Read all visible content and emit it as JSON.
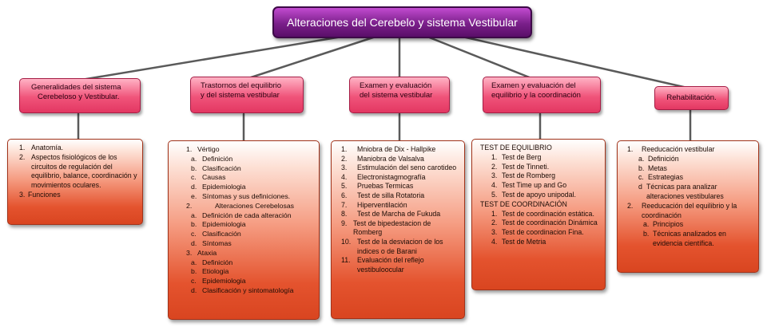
{
  "title": "Alteraciones del Cerebelo y sistema Vestibular",
  "categories": [
    {
      "label": [
        "Generalidades del sistema",
        "Cerebeloso y Vestibular."
      ],
      "items": [
        {
          "m": "1.",
          "t": "Anatomía."
        },
        {
          "m": "2.",
          "t": "Aspectos fisiológicos de los circuitos de regulación del equilibrio, balance, coordinación y movimientos oculares."
        },
        {
          "m": "3.",
          "t": "Funciones"
        }
      ]
    },
    {
      "label": [
        "Trastornos del equilibrio",
        "y del sistema vestibular"
      ],
      "items": [
        {
          "m": "1.",
          "t": "Vértigo"
        },
        {
          "m": "a.",
          "t": "Definición"
        },
        {
          "m": "b.",
          "t": "Clasificación"
        },
        {
          "m": "c.",
          "t": "Causas"
        },
        {
          "m": "d.",
          "t": "Epidemiologia"
        },
        {
          "m": "e.",
          "t": "Síntomas y sus definiciones."
        },
        {
          "m": "2.",
          "t": "Alteraciones Cerebelosas"
        },
        {
          "m": "a.",
          "t": "Definición de cada alteración"
        },
        {
          "m": "b.",
          "t": "Epidemiologia"
        },
        {
          "m": "c.",
          "t": "Clasificación"
        },
        {
          "m": "d.",
          "t": "Síntomas"
        },
        {
          "m": "3.",
          "t": "Ataxia"
        },
        {
          "m": "a.",
          "t": "Definición"
        },
        {
          "m": "b.",
          "t": "Etiologia"
        },
        {
          "m": "c.",
          "t": "Epidemiologia"
        },
        {
          "m": "d.",
          "t": "Clasificación y sintomatología"
        }
      ]
    },
    {
      "label": [
        "Examen y evaluación",
        "del sistema vestibular"
      ],
      "items": [
        {
          "m": "1.",
          "t": "Mniobra de Dix - Hallpike"
        },
        {
          "m": "2.",
          "t": "Maniobra de Valsalva"
        },
        {
          "m": "3.",
          "t": "Estimulación del seno carotideo"
        },
        {
          "m": "4.",
          "t": "Electronistagmografía"
        },
        {
          "m": "5.",
          "t": "Pruebas Termicas"
        },
        {
          "m": "6.",
          "t": "Test de silla Rotatoria"
        },
        {
          "m": "7.",
          "t": "Hiperventilación"
        },
        {
          "m": "8.",
          "t": "Test de Marcha de Fukuda"
        },
        {
          "m": "9.",
          "t": "Test de bipedestacion de Romberg"
        },
        {
          "m": "10.",
          "t": "Test de la desviacion de los indices o de Barani"
        },
        {
          "m": "11.",
          "t": "Evaluación del reflejo vestibuloocular"
        }
      ]
    },
    {
      "label": [
        "Examen y evaluación del",
        "equilibrio y la coordinación"
      ],
      "items": [
        {
          "m": "",
          "t": "TEST DE EQUILIBRIO"
        },
        {
          "m": "1.",
          "t": "Test de Berg"
        },
        {
          "m": "2.",
          "t": "Test de Tinneti."
        },
        {
          "m": "3.",
          "t": "Test de Romberg"
        },
        {
          "m": "4.",
          "t": "Test Time up and Go"
        },
        {
          "m": "5.",
          "t": "Test de apoyo unipodal."
        },
        {
          "m": "",
          "t": "TEST DE COORDINACIÓN"
        },
        {
          "m": "1.",
          "t": "Test de coordinación estática."
        },
        {
          "m": "2.",
          "t": "Test de coordinación Dinámica"
        },
        {
          "m": "3.",
          "t": "Test de coordinacion Fina."
        },
        {
          "m": "4.",
          "t": "Test de Metria"
        }
      ]
    },
    {
      "label": [
        "Rehabilitación."
      ],
      "items": [
        {
          "m": "1.",
          "t": "Reeducación vestibular"
        },
        {
          "m": "a.",
          "t": "Definición"
        },
        {
          "m": "b.",
          "t": "Metas"
        },
        {
          "m": "c.",
          "t": "Estrategias"
        },
        {
          "m": "d",
          "t": "Técnicas para analizar alteraciones vestibulares"
        },
        {
          "m": "2.",
          "t": "Reeducación del equilibrio y la coordinación"
        },
        {
          "m": "a.",
          "t": "Principios"
        },
        {
          "m": "b.",
          "t": "Técnicas analizados en evidencia científica."
        }
      ]
    }
  ]
}
